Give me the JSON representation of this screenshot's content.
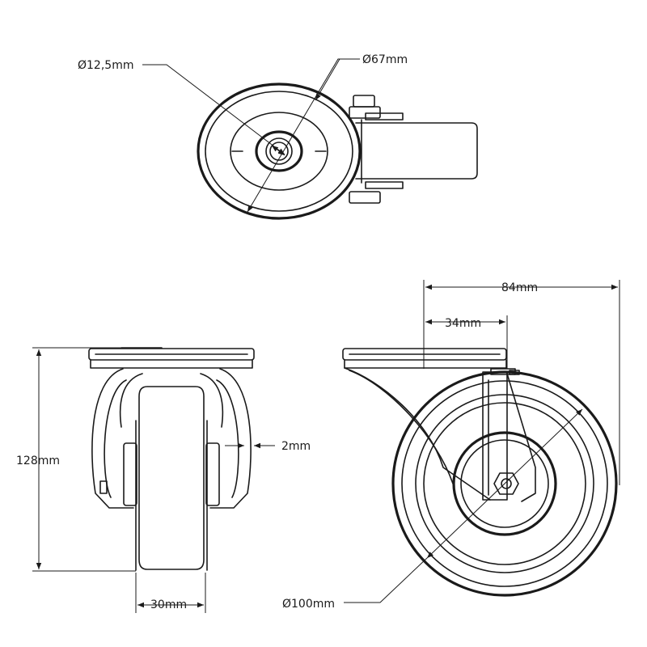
{
  "dimensions": {
    "axle_diameter": "Ø12,5mm",
    "hub_diameter": "Ø67mm",
    "overall_length": "84mm",
    "offset": "34mm",
    "bracket_gap": "2mm",
    "total_height": "128mm",
    "wheel_width": "30mm",
    "wheel_diameter": "Ø100mm"
  }
}
